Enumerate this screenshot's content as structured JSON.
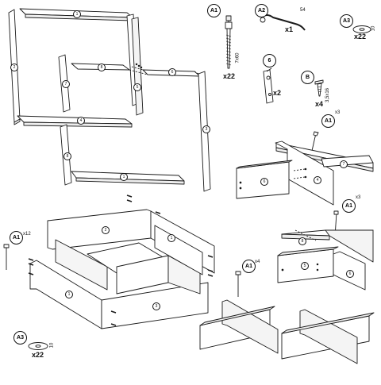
{
  "parts": {
    "A1": {
      "id": "A1",
      "dims": "7x60",
      "qty": "x22"
    },
    "A2": {
      "id": "A2",
      "dims": "54",
      "qty": "x1"
    },
    "A3": {
      "id": "A3",
      "dims": "10",
      "qty": "x22"
    },
    "C6": {
      "id": "6",
      "qty": "x2"
    },
    "B": {
      "id": "B",
      "dims": "3,5x16",
      "qty": "x4"
    }
  },
  "steps": {
    "step2_qty": "x3",
    "step3_qty": "x3",
    "step4_qty": "x12",
    "step5_qty": "x4",
    "step6": {
      "id": "A3",
      "dims": "10",
      "qty": "x22"
    }
  },
  "panel_numbers": {
    "n1": "1",
    "n2": "2",
    "n3": "3",
    "n4": "4",
    "n5": "5",
    "n6": "6",
    "n7": "7",
    "n8": "8"
  },
  "colors": {
    "line": "#1a1a1a",
    "panel": "#ffffff",
    "hatch": "#dcdcdc"
  }
}
